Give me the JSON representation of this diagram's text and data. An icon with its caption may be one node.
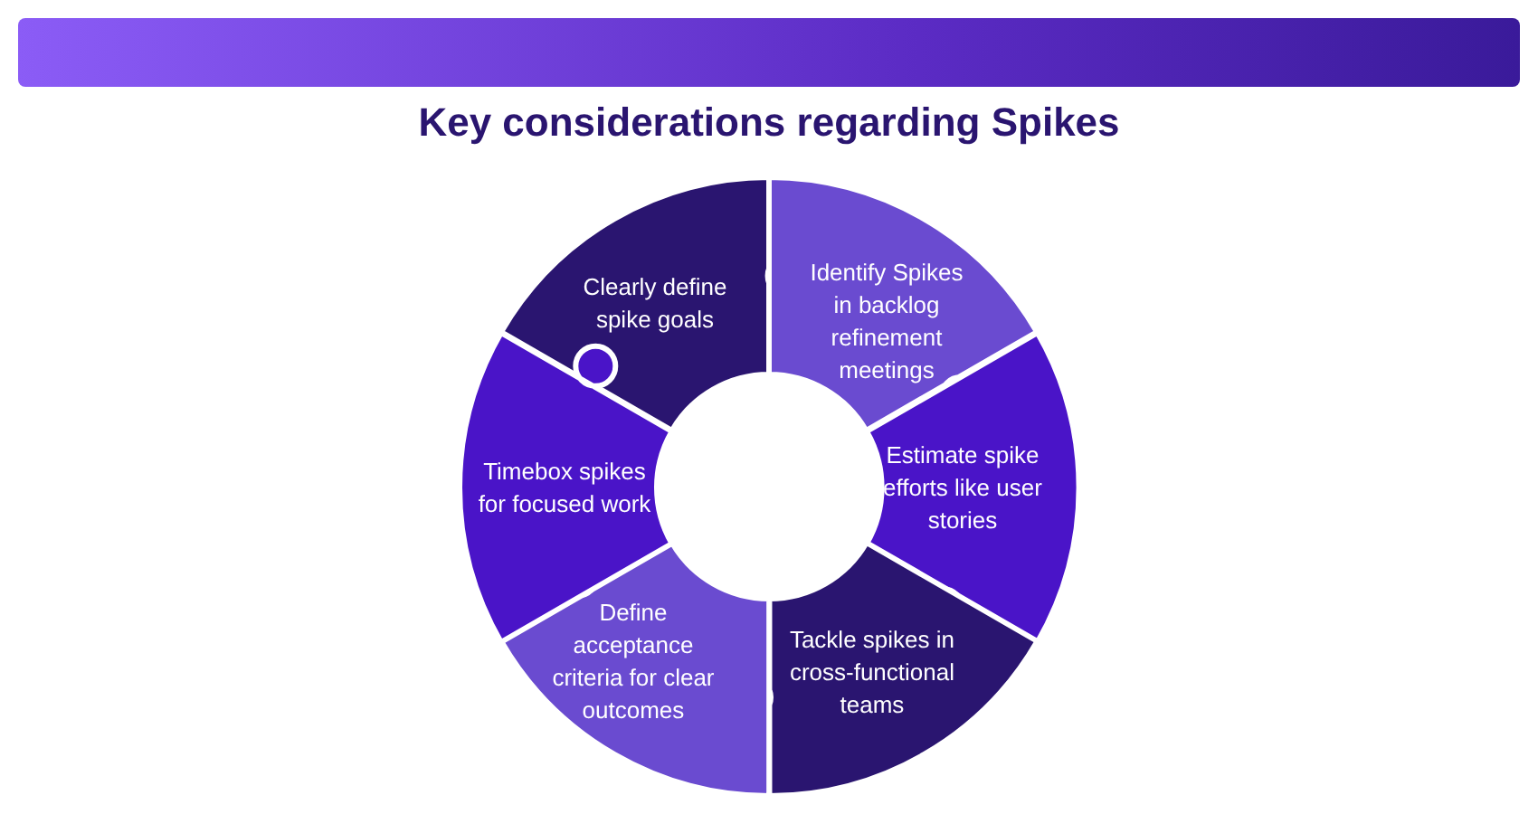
{
  "diagram": {
    "title": "Key considerations regarding Spikes",
    "nodes": [
      {
        "text": [
          "Clearly define spike goals"
        ]
      },
      {
        "text": [
          "Identify Spikes in backlog refinement meetings"
        ]
      },
      {
        "text": [
          "Estimate spike efforts like user stories"
        ]
      },
      {
        "text": [
          "Tackle spikes in cross-functional teams"
        ]
      },
      {
        "text": [
          "Define acceptance criteria for clear outcomes"
        ]
      },
      {
        "text": [
          "Timebox spikes for focused work"
        ]
      }
    ],
    "edges": []
  }
}
